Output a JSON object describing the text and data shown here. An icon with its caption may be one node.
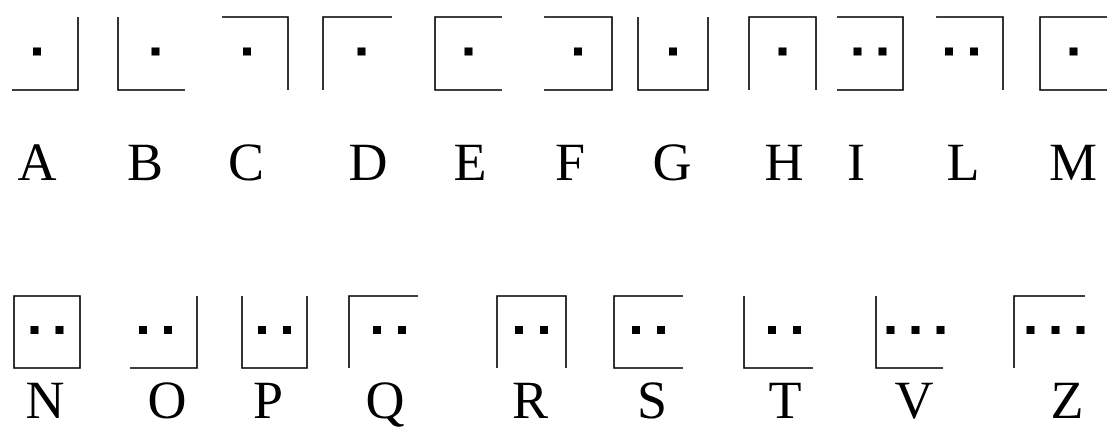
{
  "diagram": {
    "labels": [
      "A",
      "B",
      "C",
      "D",
      "E",
      "F",
      "G",
      "H",
      "I",
      "L",
      "M",
      "N",
      "O",
      "P",
      "Q",
      "R",
      "S",
      "T",
      "V",
      "Z"
    ]
  }
}
